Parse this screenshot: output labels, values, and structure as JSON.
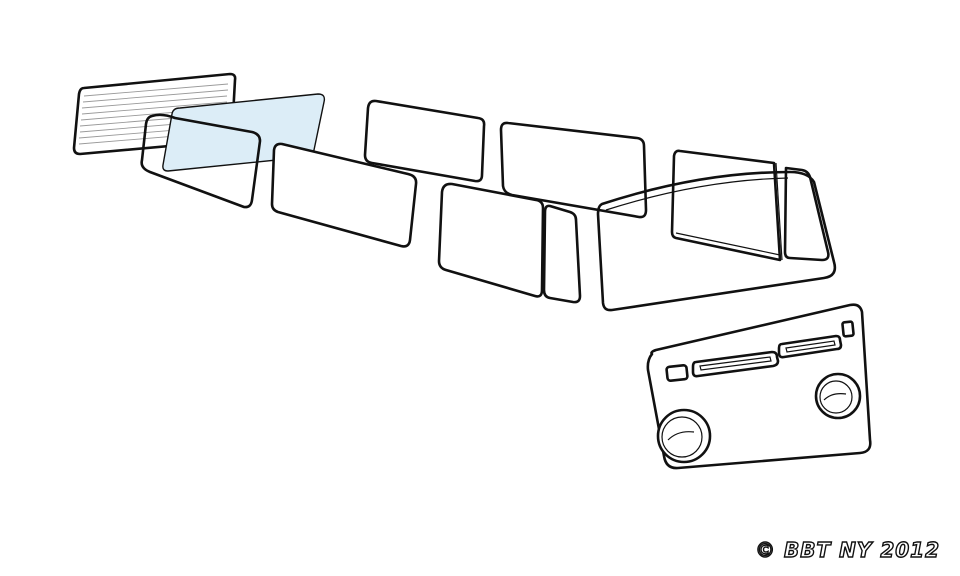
{
  "credit": {
    "text": "© BBT NY 2012",
    "is_lettering": true
  },
  "colors": {
    "line": "#111111",
    "highlight_glass": "#dcedf7",
    "hatch": "#9a9a9a",
    "background": "#ffffff"
  },
  "parts": [
    "rear-window",
    "rear-quarter-window",
    "highlighted-glass",
    "side-window-1",
    "side-window-2",
    "side-window-3",
    "cab-door-window",
    "vent-window",
    "windshield",
    "cab-door-drop-window",
    "cab-quarter-glass",
    "front-nose-panel"
  ]
}
